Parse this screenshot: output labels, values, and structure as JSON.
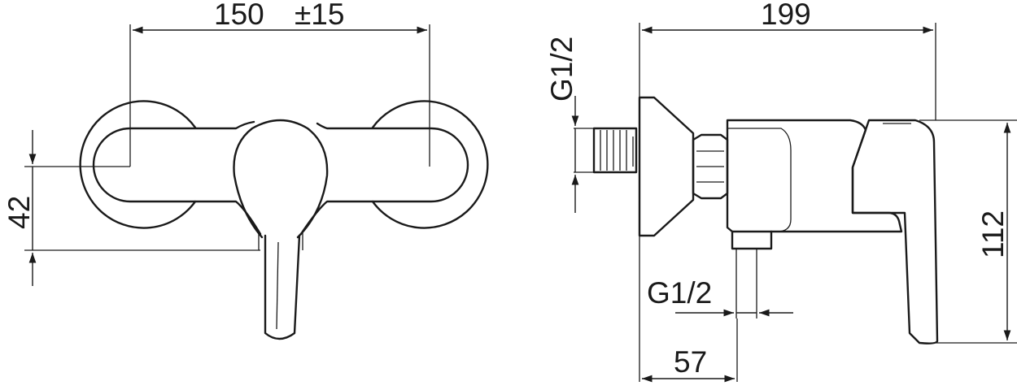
{
  "front_view": {
    "width_dim": "150",
    "width_tol": "±15",
    "height_dim": "42"
  },
  "side_view": {
    "depth_dim": "199",
    "inlet_thread": "G1/2",
    "outlet_thread": "G1/2",
    "height_dim": "112",
    "offset_dim": "57"
  }
}
